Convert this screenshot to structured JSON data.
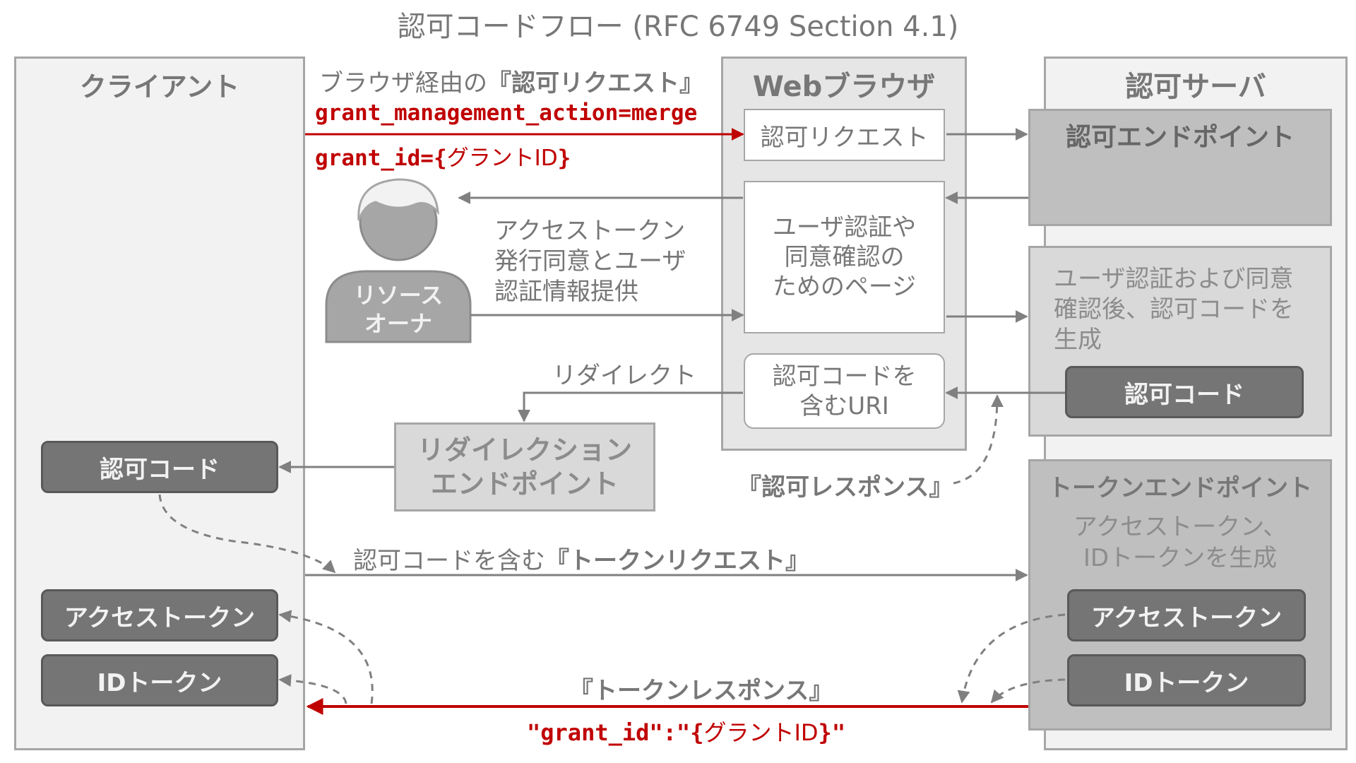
{
  "title": "認可コードフロー (RFC 6749 Section 4.1)",
  "lanes": {
    "client": "クライアント",
    "browser": "Webブラウザ",
    "server": "認可サーバ"
  },
  "resource_owner": [
    "リソース",
    "オーナ"
  ],
  "browser_boxes": {
    "auth_request": "認可リクエスト",
    "auth_page": [
      "ユーザ認証や",
      "同意確認の",
      "ためのページ"
    ],
    "code_uri": [
      "認可コードを",
      "含むURI"
    ]
  },
  "server_boxes": {
    "auth_endpoint": "認可エンドポイント",
    "consent_text": [
      "ユーザ認証および同意",
      "確認後、認可コードを",
      "生成"
    ],
    "server_auth_code": "認可コード",
    "token_endpoint": "トークンエンドポイント",
    "token_generate": [
      "アクセストークン、",
      "IDトークンを生成"
    ],
    "server_access_token": "アクセストークン",
    "server_id_token": "IDトークン"
  },
  "client_boxes": {
    "auth_code": "認可コード",
    "access_token": "アクセストークン",
    "id_token": "IDトークン"
  },
  "redirect_endpoint": [
    "リダイレクション",
    "エンドポイント"
  ],
  "labels": {
    "via_browser_prefix": "ブラウザ経由の",
    "via_browser_bold": "『認可リクエスト』",
    "param1": "grant_management_action=merge",
    "param2_prefix": "grant_id={",
    "param2_jp": "グラントID",
    "param2_suffix": "}",
    "consent_provide": [
      "アクセストークン",
      "発行同意とユーザ",
      "認証情報提供"
    ],
    "redirect": "リダイレクト",
    "auth_response": "『認可レスポンス』",
    "token_request_prefix": "認可コードを含む",
    "token_request_bold": "『トークンリクエスト』",
    "token_response": "『トークンレスポンス』",
    "grant_id_prefix": "\"grant_id\":\"{",
    "grant_id_jp": "グラントID",
    "grant_id_suffix": "}\""
  },
  "colors": {
    "accent_red": "#c00000",
    "lane_fill": "#f2f2f2",
    "browser_fill": "#e6e6e6",
    "endpoint_fill": "#bfbfbf",
    "token_fill": "#757575"
  }
}
